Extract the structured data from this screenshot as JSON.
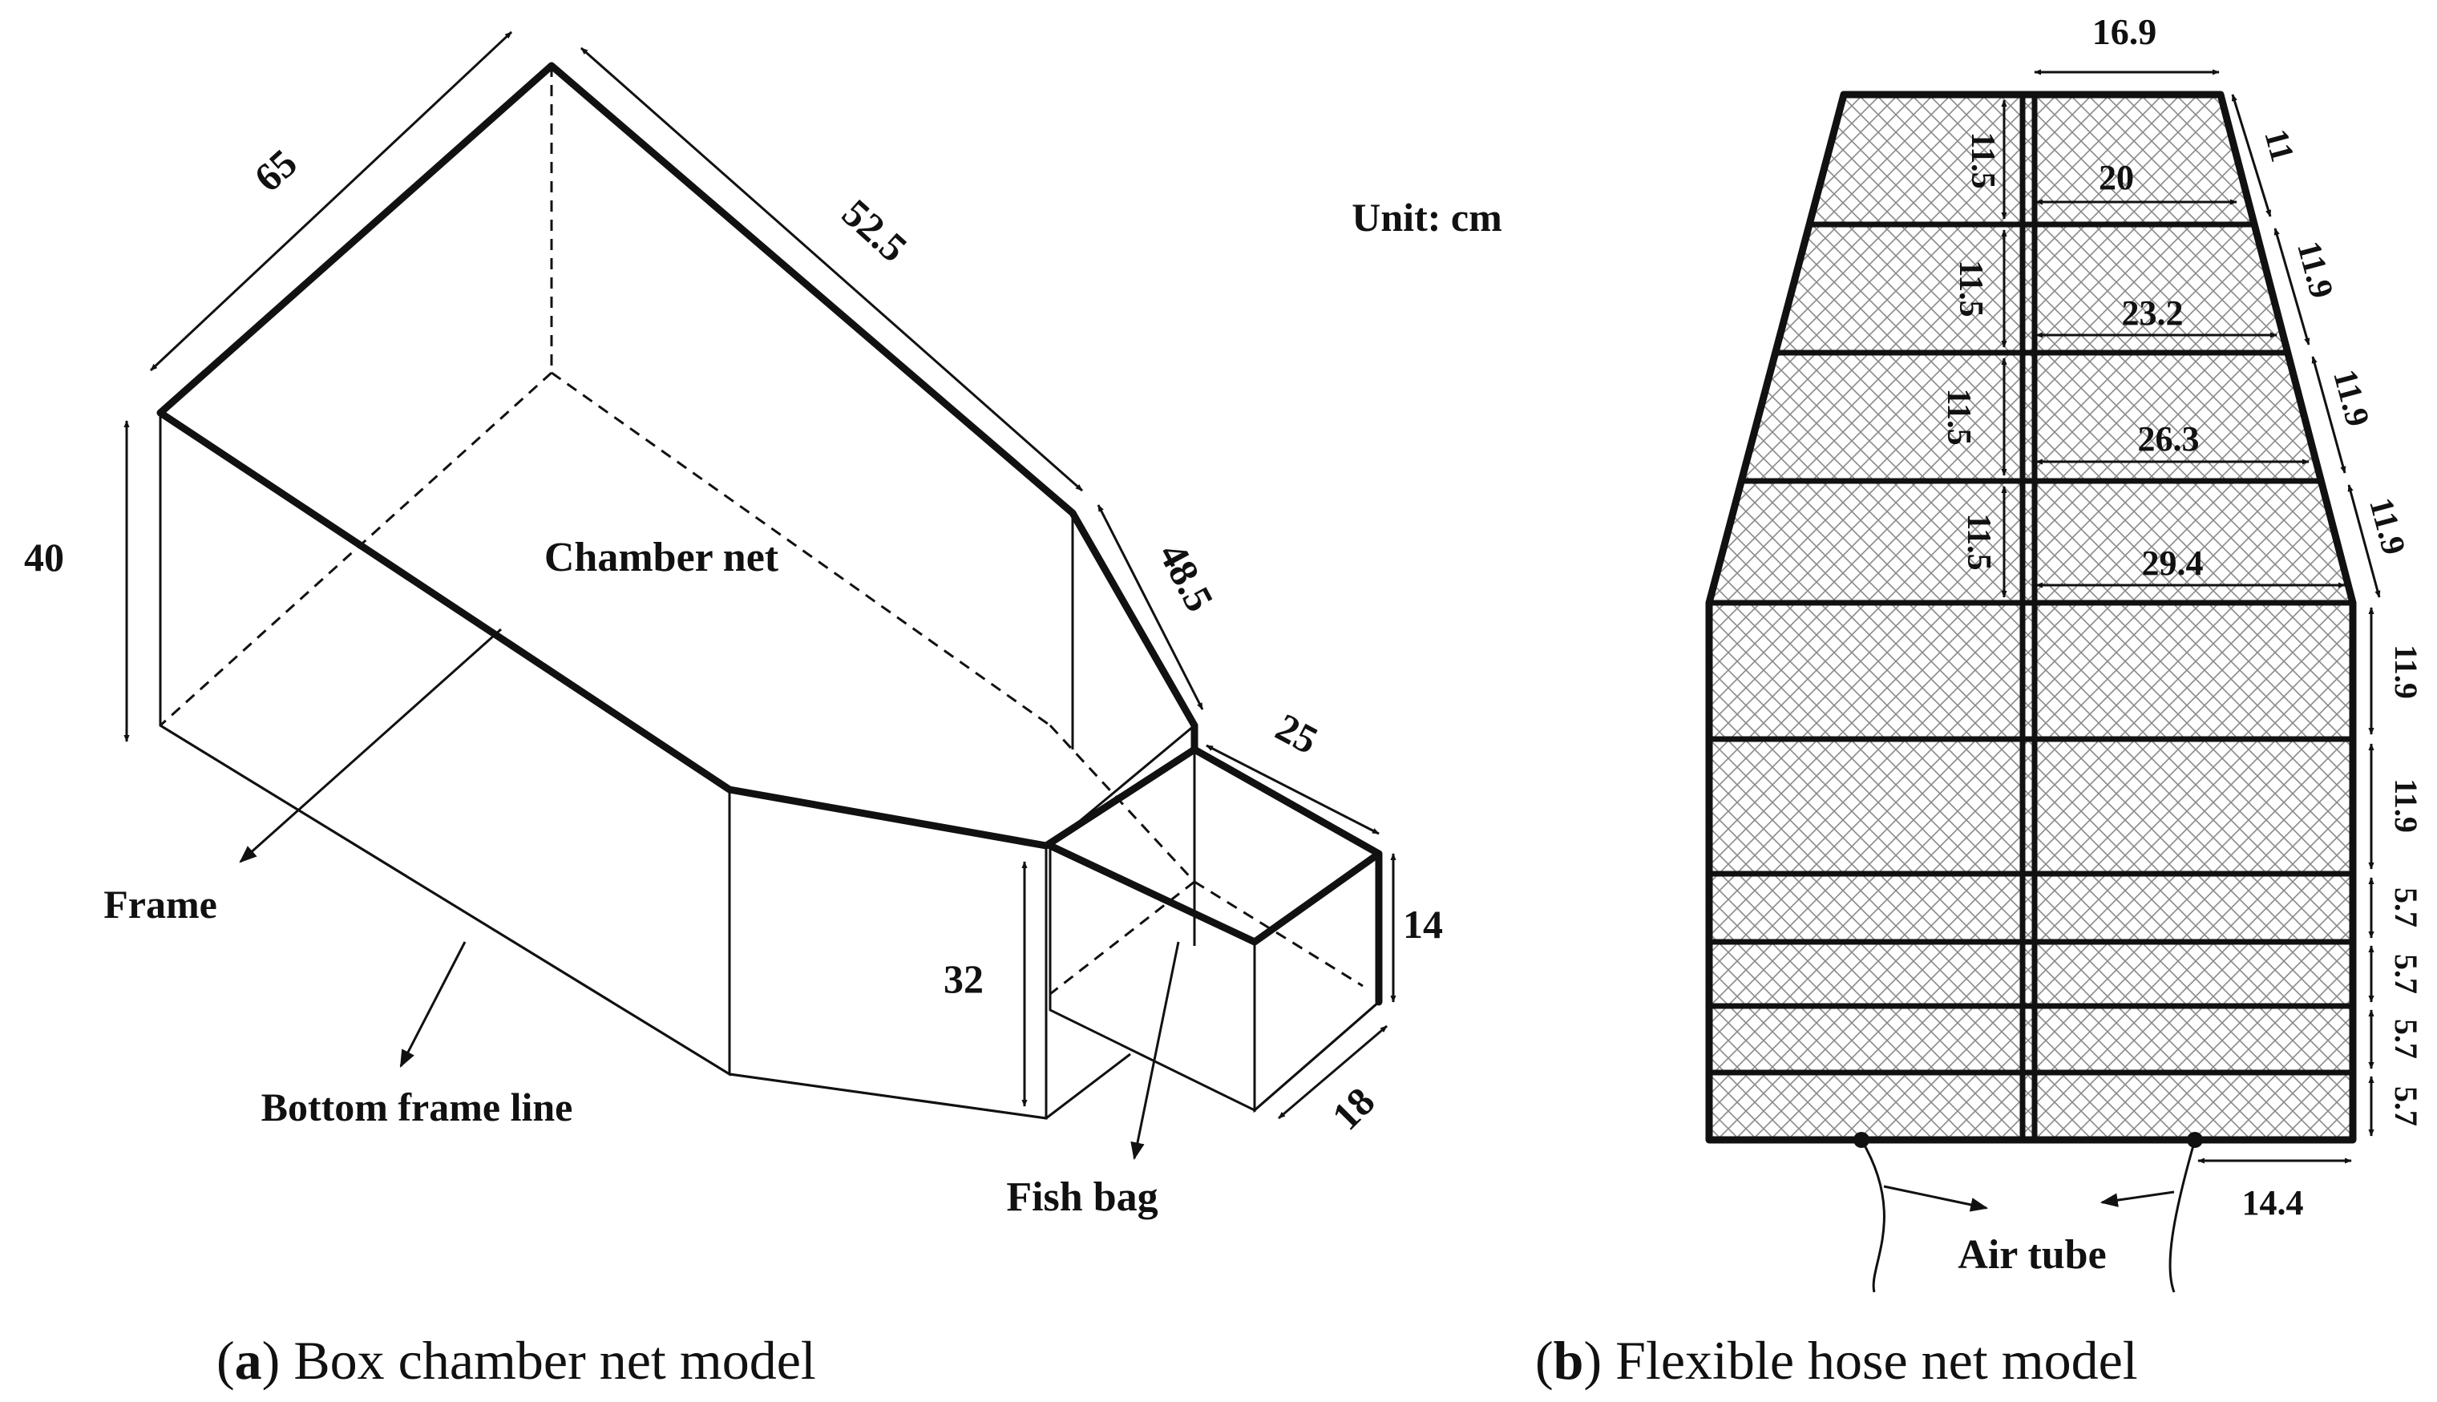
{
  "unit_label": "Unit: cm",
  "panel_a": {
    "caption_letter": "a",
    "caption_text": "Box chamber net model",
    "labels": {
      "chamber_net": "Chamber net",
      "frame": "Frame",
      "bottom_frame_line": "Bottom frame line",
      "fish_bag": "Fish bag"
    },
    "dimensions": {
      "d65": "65",
      "d52_5": "52.5",
      "d48_5": "48.5",
      "d40": "40",
      "d25": "25",
      "d14": "14",
      "d32": "32",
      "d18": "18"
    }
  },
  "panel_b": {
    "caption_letter": "b",
    "caption_text": "Flexible hose net model",
    "labels": {
      "air_tube": "Air tube"
    },
    "top_width": "16.9",
    "bottom_dim": "14.4",
    "taper_heights": [
      "11.5",
      "11.5",
      "11.5",
      "11.5"
    ],
    "taper_widths": [
      "20",
      "23.2",
      "26.3",
      "29.4"
    ],
    "side_slants": [
      "11",
      "11.9",
      "11.9",
      "11.9"
    ],
    "straight_heights": [
      "11.9",
      "11.9",
      "5.7",
      "5.7",
      "5.7",
      "5.7"
    ]
  },
  "colors": {
    "line": "#111111",
    "background": "#ffffff",
    "mesh": "#8a8a8a"
  }
}
